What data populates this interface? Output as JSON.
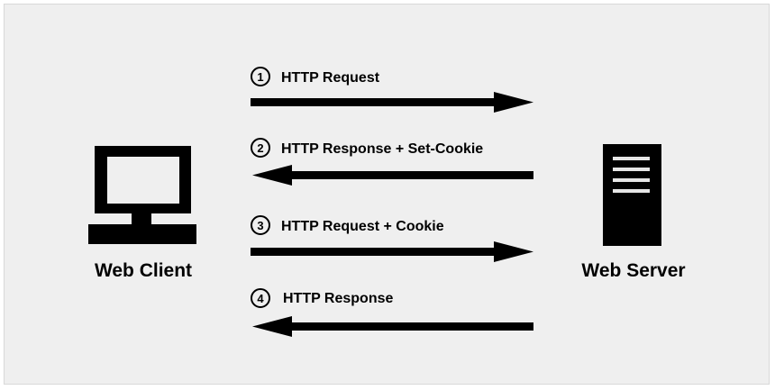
{
  "diagram": {
    "client": {
      "label": "Web Client",
      "icon": "computer-monitor-icon"
    },
    "server": {
      "label": "Web Server",
      "icon": "server-tower-icon"
    },
    "steps": [
      {
        "number": "1",
        "label": "HTTP Request",
        "direction": "client-to-server"
      },
      {
        "number": "2",
        "label": "HTTP Response + Set-Cookie",
        "direction": "server-to-client"
      },
      {
        "number": "3",
        "label": "HTTP Request + Cookie",
        "direction": "client-to-server"
      },
      {
        "number": "4",
        "label": "HTTP Response",
        "direction": "server-to-client"
      }
    ],
    "colors": {
      "background": "#efefef",
      "ink": "#000000"
    }
  }
}
